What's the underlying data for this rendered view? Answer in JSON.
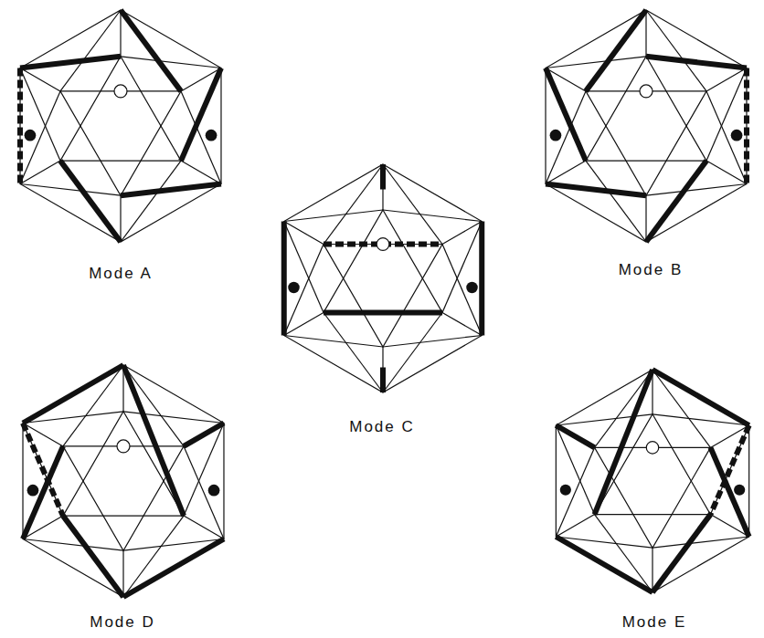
{
  "diagram": {
    "labels": [
      "Mode A",
      "Mode B",
      "Mode C",
      "Mode D",
      "Mode E"
    ]
  }
}
